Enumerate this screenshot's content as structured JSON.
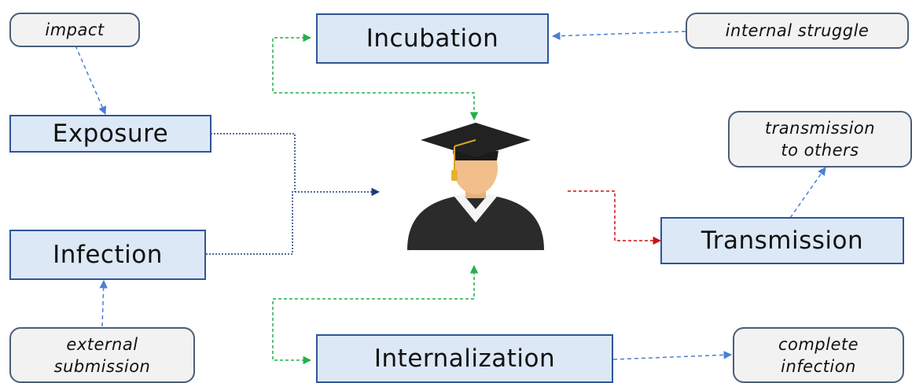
{
  "stages": {
    "incubation": "Incubation",
    "exposure": "Exposure",
    "infection": "Infection",
    "transmission": "Transmission",
    "internalization": "Internalization"
  },
  "notes": {
    "impact": "impact",
    "internal_struggle": "internal struggle",
    "transmission_to_others": [
      "transmission",
      "to others"
    ],
    "external_submission": [
      "external",
      "submission"
    ],
    "complete_infection": [
      "complete",
      "infection"
    ]
  },
  "colors": {
    "box_fill": "#dce8f5",
    "box_border": "#2f5597",
    "note_fill": "#f2f2f2",
    "green_arrow": "#22b14c",
    "navy_arrow": "#1f3a7a",
    "red_arrow": "#cc1111",
    "blue_dashed": "#4a7fd4"
  },
  "icons": {
    "center": "graduate-student-icon"
  }
}
